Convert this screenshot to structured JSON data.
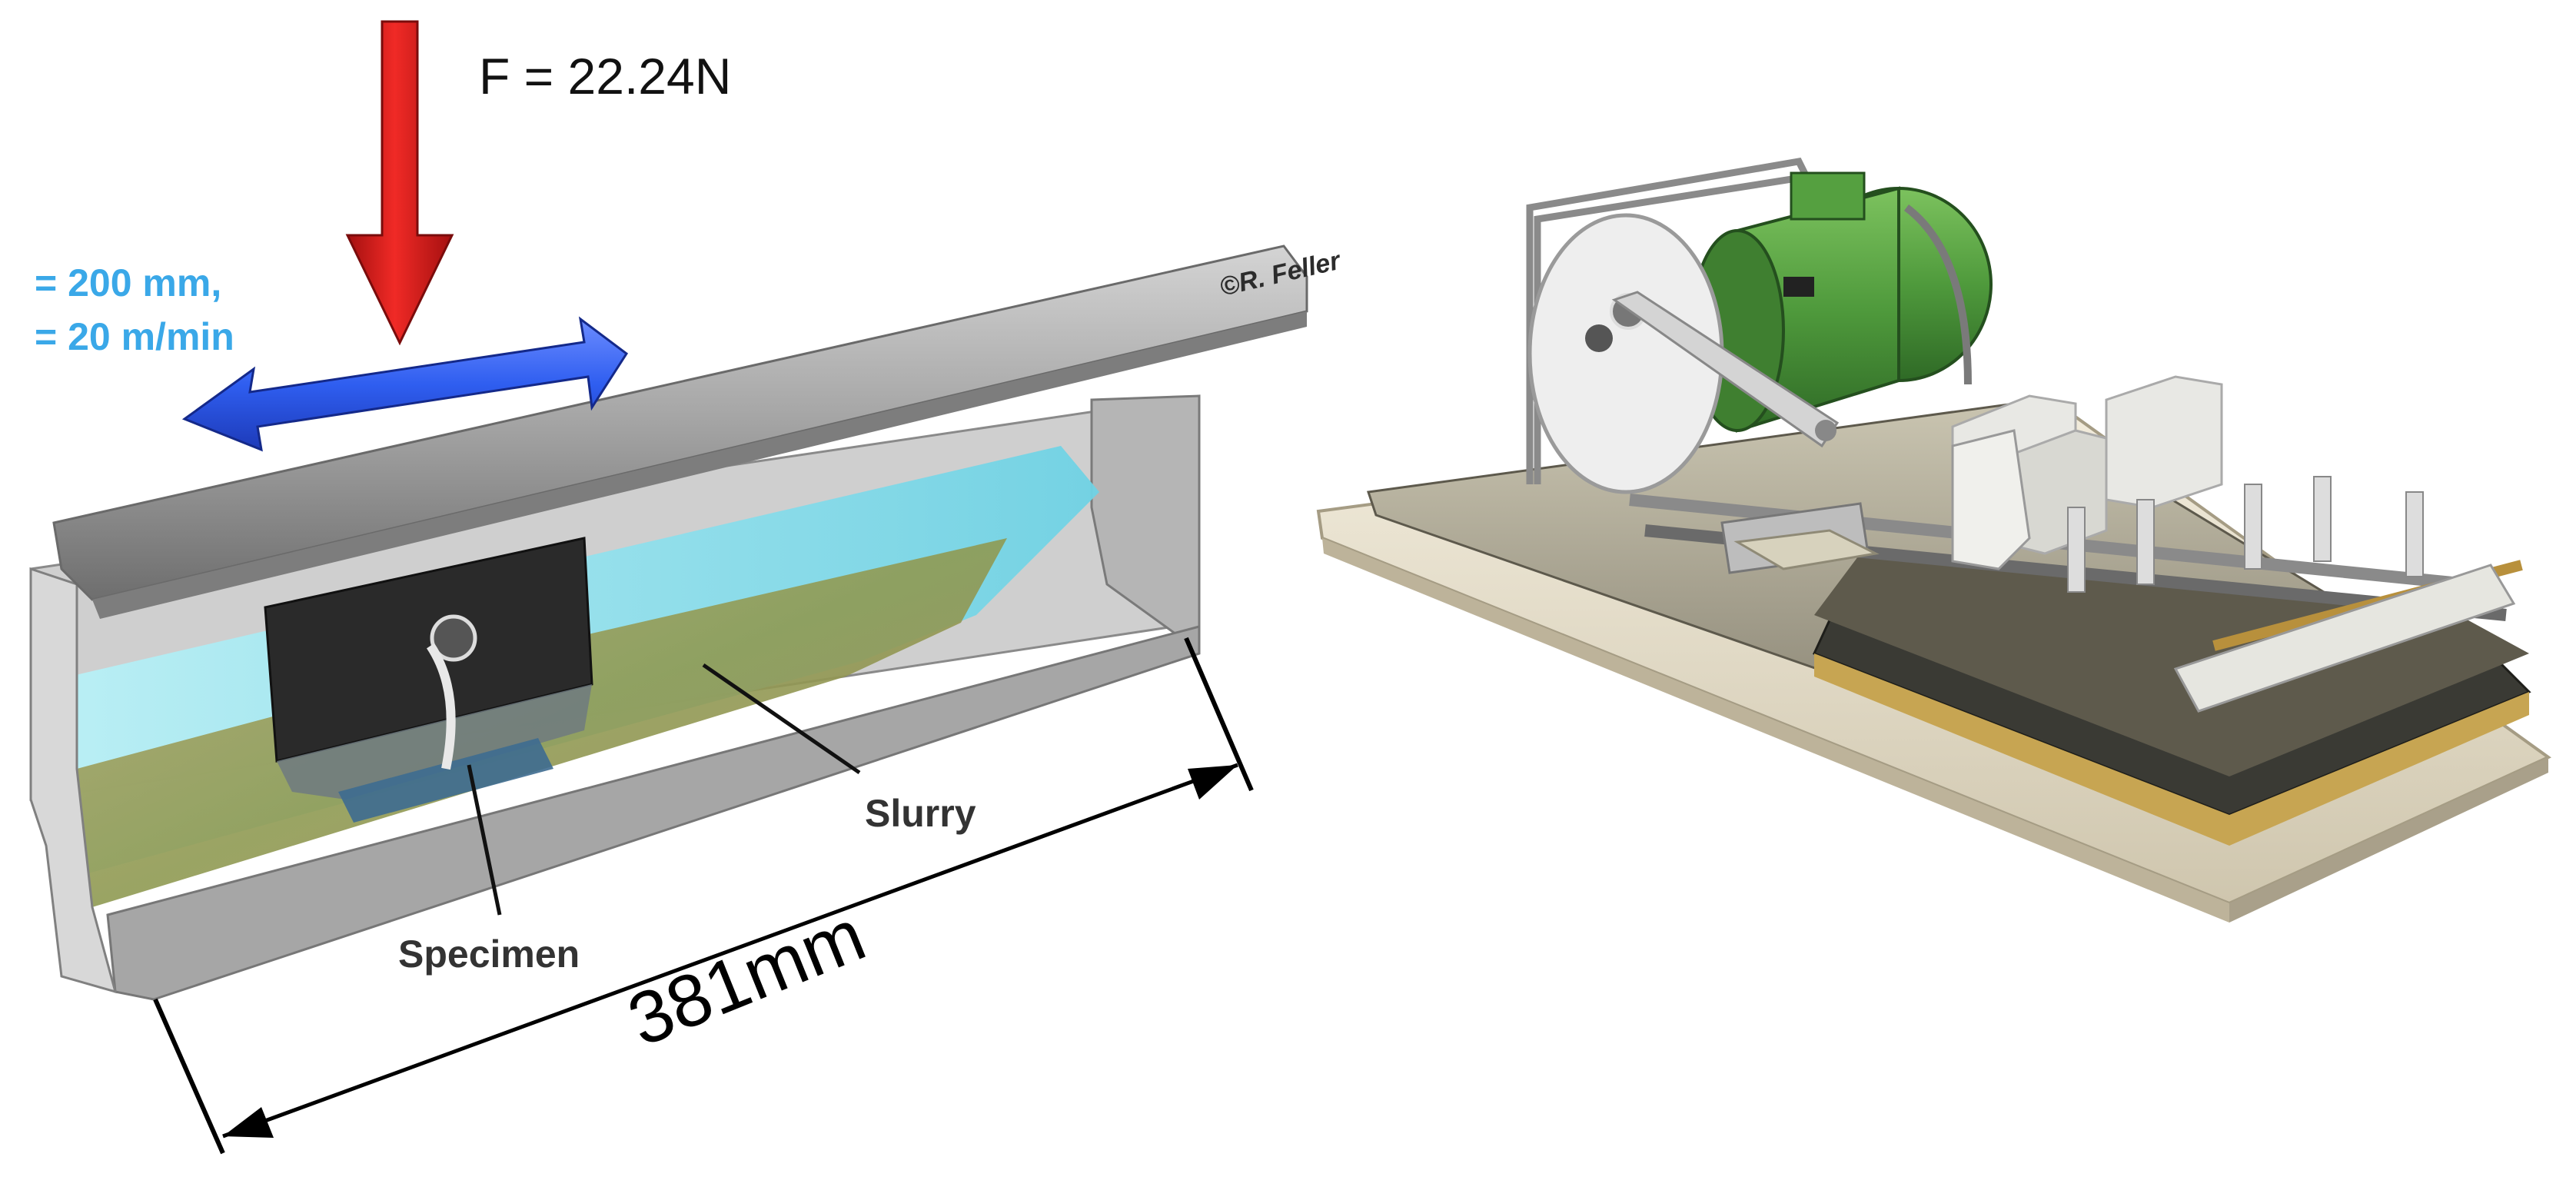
{
  "diagram": {
    "force_label": "F = 22.24N",
    "stroke_label": "= 200 mm,",
    "speed_label": "= 20 m/min",
    "slurry_label": "Slurry",
    "specimen_label": "Specimen",
    "length_label": "381mm",
    "logo_text": "©R. Feller"
  },
  "colors": {
    "force_arrow": "#e0201e",
    "motion_arrow": "#2f5ef0",
    "cyan_text": "#3aa8e8",
    "slurry_water": "#8fe3ee",
    "slurry_sediment": "#9a9a52",
    "motor_green": "#4f9a3c",
    "housing_gray": "#9a9a9a",
    "dark_block": "#2a2a2a"
  }
}
